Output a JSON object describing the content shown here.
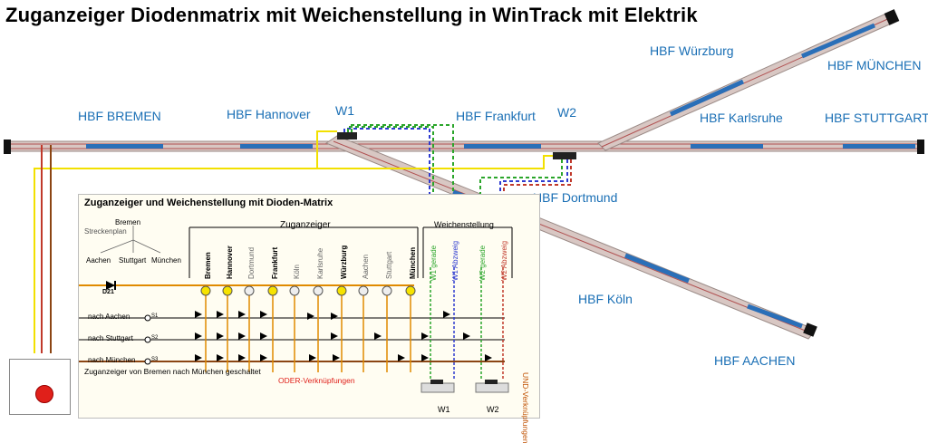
{
  "title": "Zuganzeiger Diodenmatrix mit Weichenstellung in WinTrack mit Elektrik",
  "stations": {
    "bremen": "HBF BREMEN",
    "hannover": "HBF Hannover",
    "frankfurt": "HBF Frankfurt",
    "wuerzburg": "HBF Würzburg",
    "muenchen": "HBF MÜNCHEN",
    "karlsruhe": "HBF Karlsruhe",
    "stuttgart": "HBF STUTTGART",
    "dortmund": "HBF Dortmund",
    "koeln": "HBF Köln",
    "aachen": "HBF AACHEN"
  },
  "switches": {
    "w1": "W1",
    "w2": "W2"
  },
  "panel": {
    "title": "Zuganzeiger und Weichenstellung mit Dioden-Matrix",
    "zuganzeiger_label": "Zuganzeiger",
    "weichenstellung_label": "Weichenstellung",
    "columns": [
      "Bremen",
      "Hannover",
      "Dortmund",
      "Frankfurt",
      "Köln",
      "Karlsruhe",
      "Würzburg",
      "Aachen",
      "Stuttgart",
      "München"
    ],
    "switch_columns": [
      "W1 gerade",
      "W1 Abzweig",
      "W2 gerade",
      "W2 Abzweig"
    ],
    "rows": [
      "nach Aachen",
      "nach Stuttgart",
      "nach München"
    ],
    "row_buttons": [
      "S1",
      "S2",
      "S3"
    ],
    "diode_label": "D21",
    "oder_label": "ODER-Verknüpfungen",
    "und_label": "UND-Verknüpfungen",
    "status_text": "Zuganzeiger von Bremen nach München geschaltet",
    "mini_plan": {
      "title": "Streckenplan",
      "top": "Bremen",
      "left": "Aachen",
      "mid": "Stuttgart",
      "right": "München"
    },
    "w1_label": "W1",
    "w2_label": "W2"
  },
  "colors": {
    "track": "#c9b3ae",
    "track_blue": "#2a6fb8",
    "label": "#1a6fb5",
    "wire_yellow": "#f2e000",
    "wire_red": "#c0392b"
  }
}
